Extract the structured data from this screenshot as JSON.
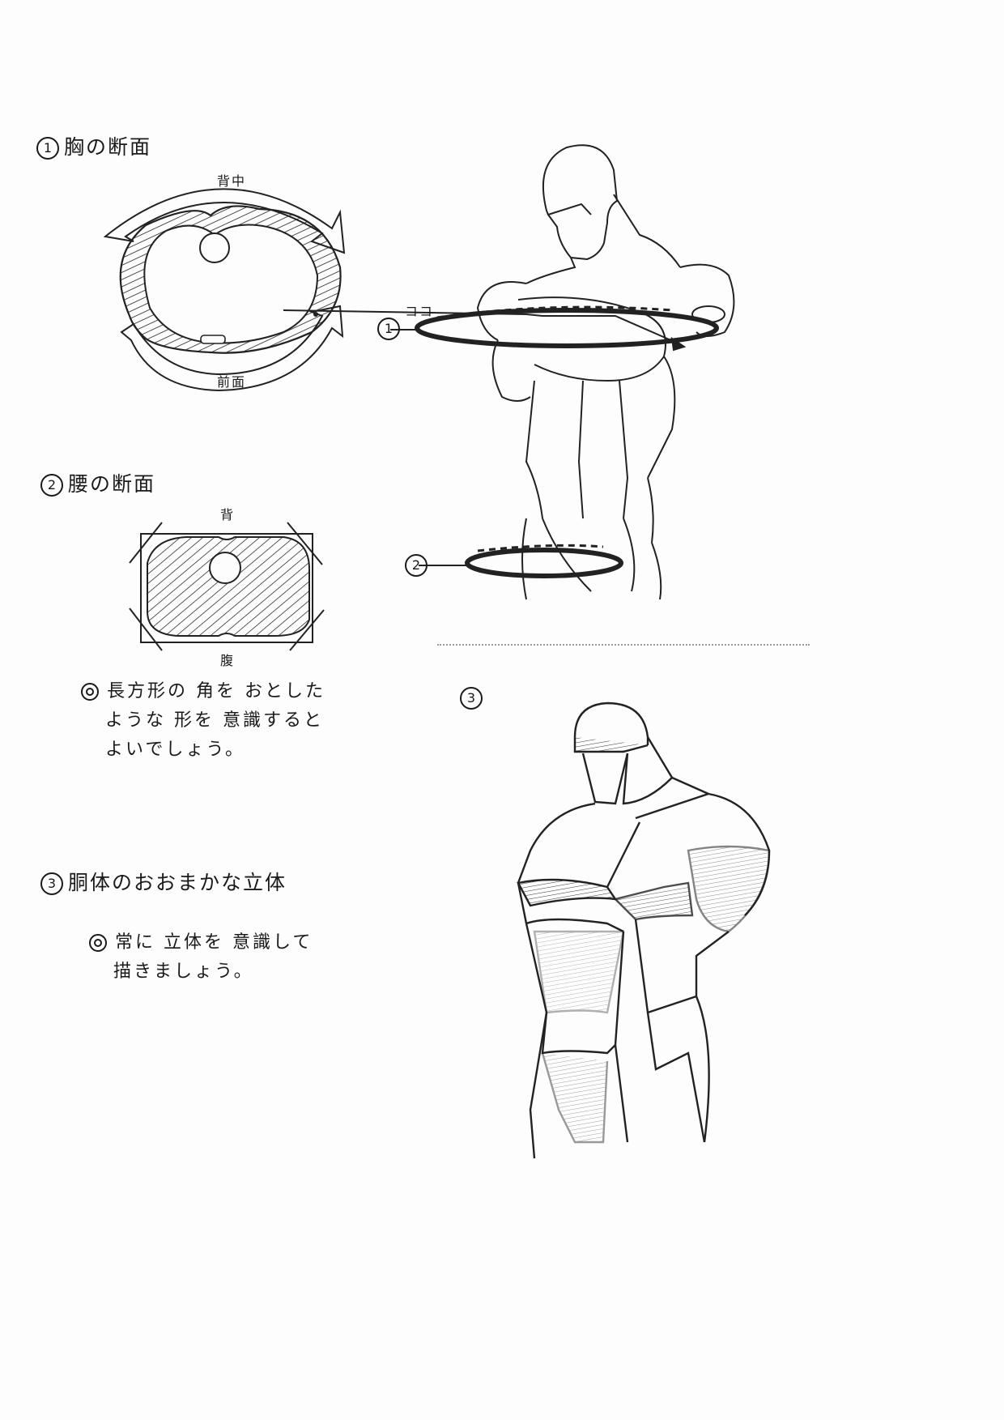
{
  "sections": [
    {
      "number": "1",
      "title": "胸の断面",
      "labels": {
        "top": "背中",
        "bottom": "前面",
        "pointer": "ココ"
      }
    },
    {
      "number": "2",
      "title": "腰の断面",
      "labels": {
        "top": "背",
        "bottom": "腹"
      },
      "note": [
        "長方形の 角を おとした",
        "ような 形を 意識すると",
        "よいでしょう。"
      ]
    },
    {
      "number": "3",
      "title": "胴体のおおまかな立体",
      "note": [
        "常に 立体を 意識して",
        "描きましょう。"
      ]
    }
  ],
  "figure_markers": {
    "ring1": "1",
    "ring2": "2",
    "figure3": "3"
  }
}
